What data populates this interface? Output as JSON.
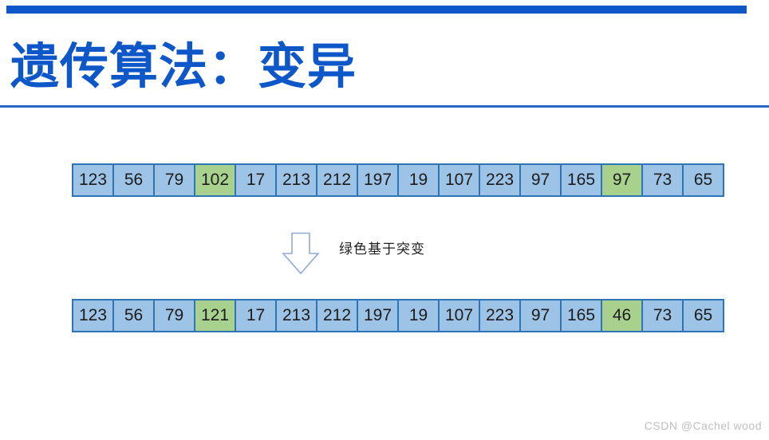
{
  "slide": {
    "title": "遗传算法：变异",
    "watermark": "CSDN @Cachel wood"
  },
  "mutation_diagram": {
    "arrow_icon": "down-arrow-outline-icon",
    "arrow_label": "绿色基于突变",
    "rows": [
      {
        "name": "before-mutation",
        "values": [
          "123",
          "56",
          "79",
          "102",
          "17",
          "213",
          "212",
          "197",
          "19",
          "107",
          "223",
          "97",
          "165",
          "97",
          "73",
          "65"
        ],
        "mutated_indices": [
          3,
          13
        ]
      },
      {
        "name": "after-mutation",
        "values": [
          "123",
          "56",
          "79",
          "121",
          "17",
          "213",
          "212",
          "197",
          "19",
          "107",
          "223",
          "97",
          "165",
          "46",
          "73",
          "65"
        ],
        "mutated_indices": [
          3,
          13
        ]
      }
    ]
  },
  "colors": {
    "title_blue": "#0e57c8",
    "rule_blue": "#2667c9",
    "top_bar_blue": "#0e57c8",
    "cell_fill": "#9dc3e6",
    "cell_border": "#2e75b6",
    "mutated_cell_fill": "#a9d18e",
    "arrow_stroke": "#8faadc",
    "watermark_gray": "#bfbfbf"
  }
}
